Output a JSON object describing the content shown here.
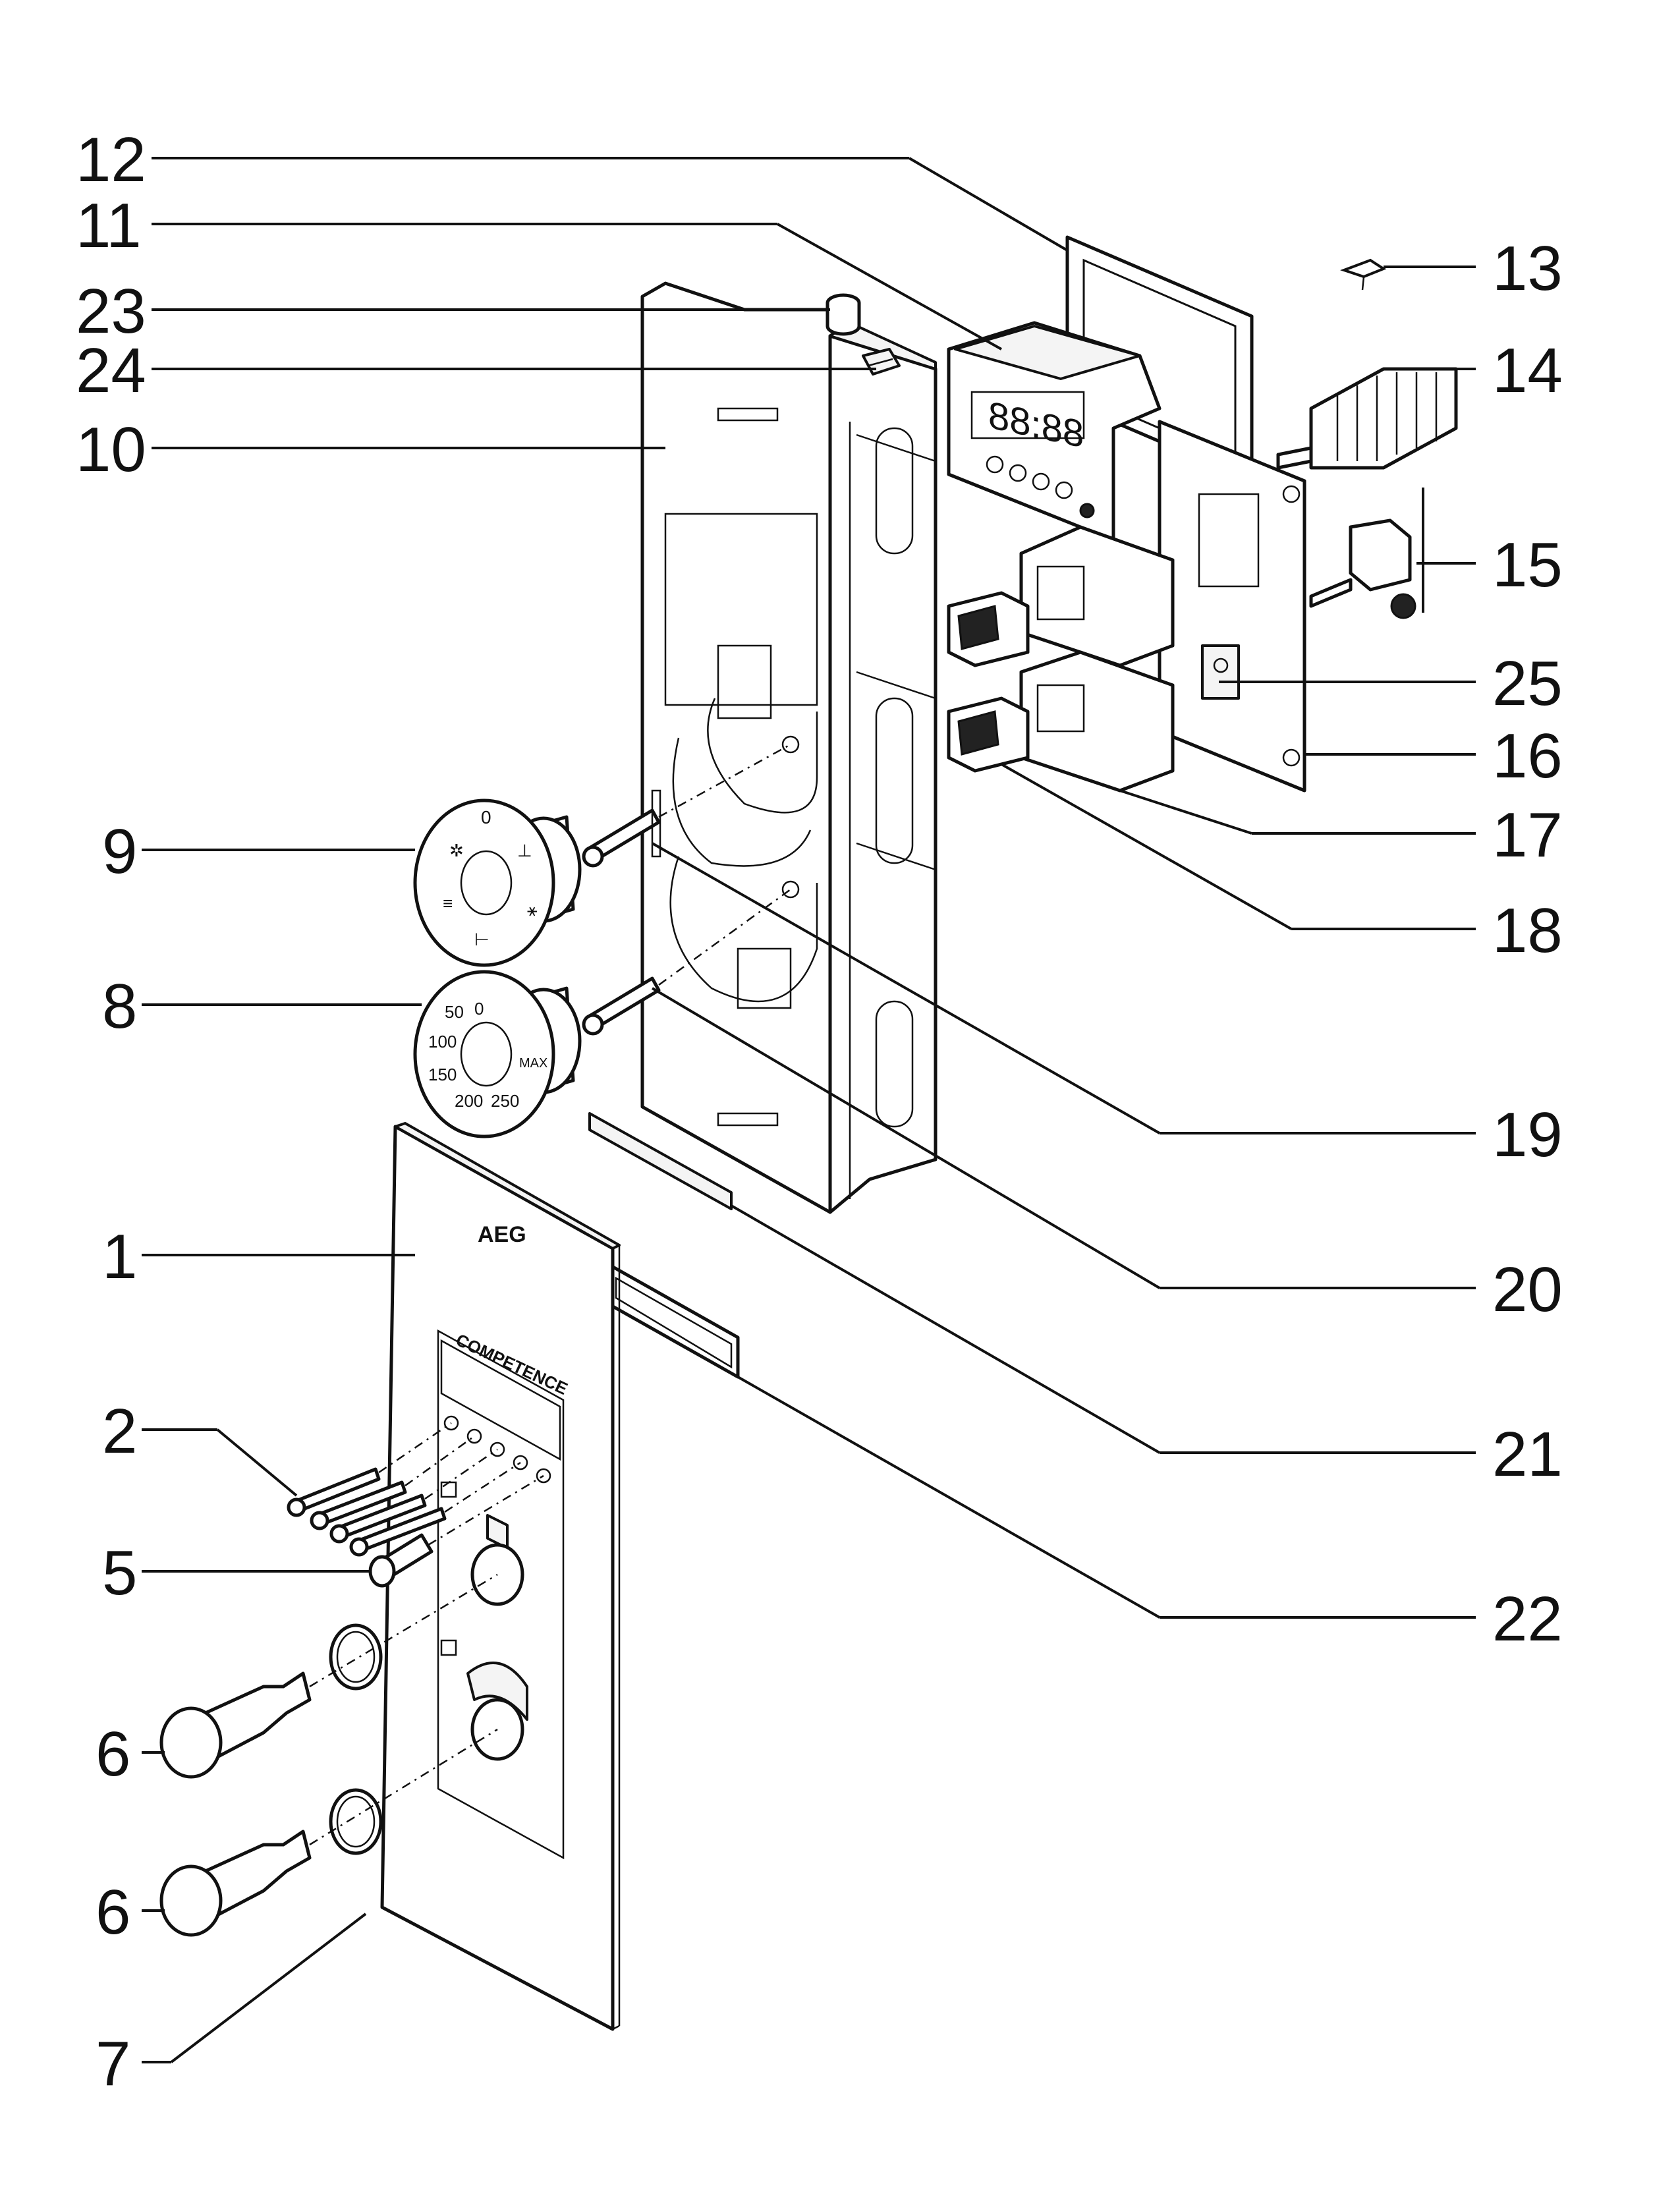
{
  "diagram": {
    "panel_brand": "AEG",
    "panel_model": "COMPETENCE",
    "dial_temperature_marks": [
      "0",
      "50",
      "100",
      "150",
      "200",
      "250",
      "MAX"
    ],
    "dial_function_marks": [
      "0"
    ],
    "display_readout": "88:88",
    "part_labels": {
      "p1": "1",
      "p2": "2",
      "p5": "5",
      "p6a": "6",
      "p6b": "6",
      "p7": "7",
      "p8": "8",
      "p9": "9",
      "p10": "10",
      "p11": "11",
      "p12": "12",
      "p13": "13",
      "p14": "14",
      "p15": "15",
      "p16": "16",
      "p17": "17",
      "p18": "18",
      "p19": "19",
      "p20": "20",
      "p21": "21",
      "p22": "22",
      "p23": "23",
      "p24": "24",
      "p25": "25"
    }
  }
}
